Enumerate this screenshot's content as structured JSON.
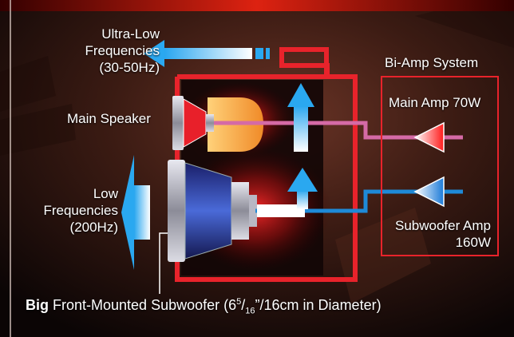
{
  "labels": {
    "ultra_low": [
      "Ultra-Low",
      "Frequencies",
      "(30-50Hz)"
    ],
    "bi_amp_title": "Bi-Amp System",
    "main_amp": "Main Amp 70W",
    "subwoofer_amp": [
      "Subwoofer Amp",
      "160W"
    ],
    "main_speaker": "Main Speaker",
    "low": [
      "Low",
      "Frequencies",
      "(200Hz)"
    ],
    "caption": {
      "bold": "Big",
      "part1": "Front-Mounted Subwoofer (6",
      "frac_num": "5",
      "frac_sep": "/",
      "frac_den": "16",
      "part2": "”/16cm in Diameter)"
    }
  },
  "colors": {
    "frame_red": "#e8232b",
    "main_signal_pink": "#d56aa6",
    "sub_signal_blue": "#1e8ad8",
    "arrow_blue": "#2aa8f0",
    "background_brown": "#3a1a12"
  },
  "icons": {
    "main_amp": "amplifier-triangle-icon",
    "sub_amp": "amplifier-triangle-icon",
    "main_speaker": "tweeter-speaker-icon",
    "subwoofer": "woofer-speaker-icon"
  }
}
